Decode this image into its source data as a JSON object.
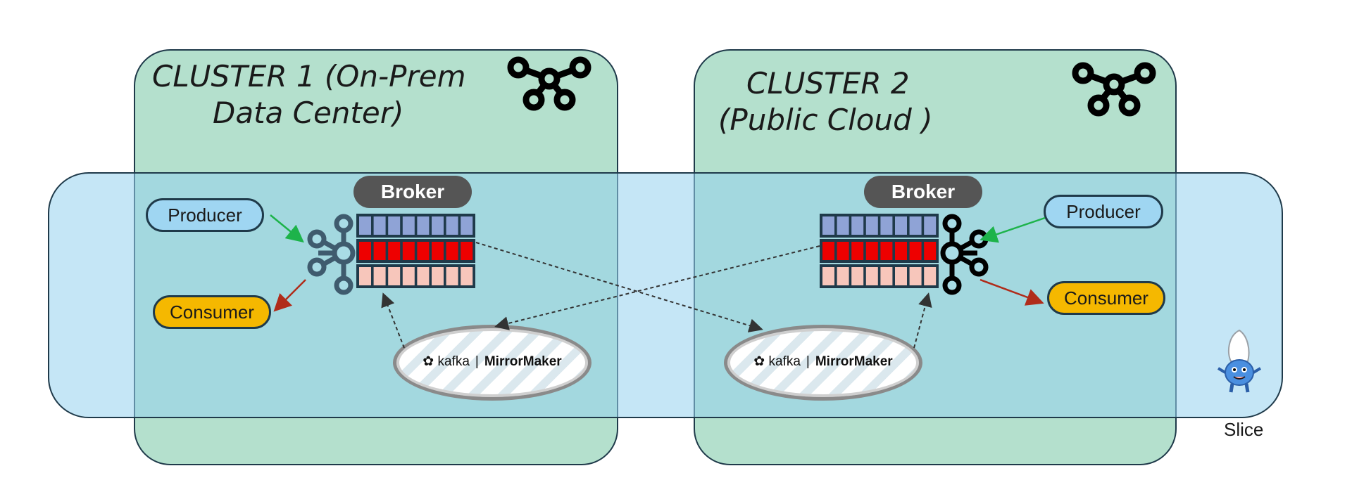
{
  "clusters": [
    {
      "title_line1": "CLUSTER 1 (On-Prem",
      "title_line2": "Data Center)"
    },
    {
      "title_line1": "CLUSTER 2",
      "title_line2": "(Public Cloud )"
    }
  ],
  "left": {
    "broker": "Broker",
    "producer": "Producer",
    "consumer": "Consumer"
  },
  "right": {
    "broker": "Broker",
    "producer": "Producer",
    "consumer": "Consumer"
  },
  "mirrormaker": {
    "kafka": "kafka",
    "sep": "|",
    "name": "MirrorMaker"
  },
  "slice": {
    "label": "Slice"
  },
  "colors": {
    "cluster_fill": "#b4e0cd",
    "slice_fill": "#96d2ee",
    "producer_fill": "#9fd6f2",
    "consumer_fill": "#f5b800",
    "queue_top": "#8fa3d6",
    "queue_mid": "#ee0000",
    "queue_bottom": "#f7c6bb",
    "arrow_green": "#1db34a",
    "arrow_red": "#b02c1a"
  },
  "icons": [
    "kafka-logo-icon",
    "kafka-hub-icon",
    "slice-mascot-icon",
    "kafka-small-icon"
  ]
}
